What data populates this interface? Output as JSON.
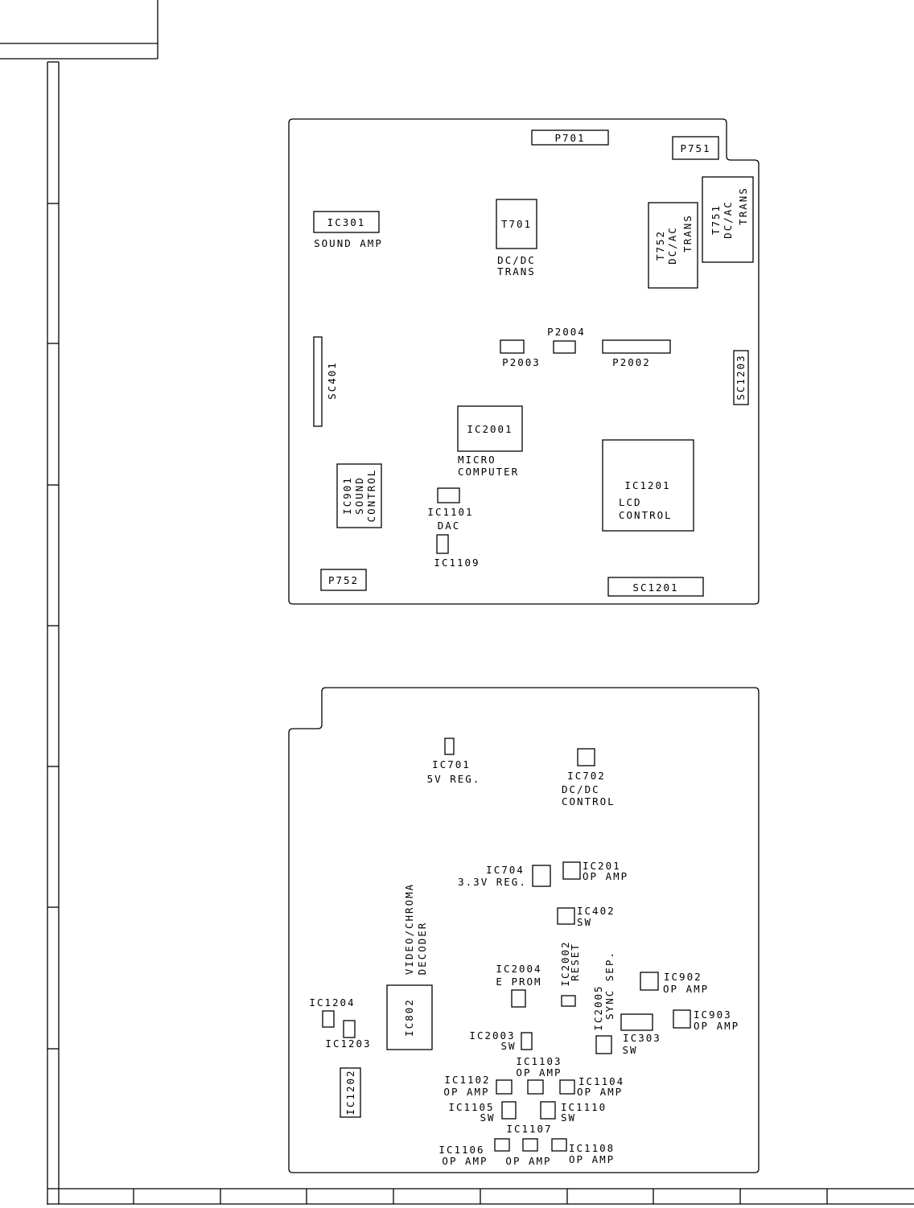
{
  "top_board": {
    "components": {
      "p701": "P701",
      "p751": "P751",
      "ic301": "IC301",
      "t701": "T701",
      "t752": "T752",
      "t751": "T751",
      "p2004": "P2004",
      "p2003": "P2003",
      "p2002": "P2002",
      "sc401": "SC401",
      "sc1203": "SC1203",
      "ic2001": "IC2001",
      "ic1201": "IC1201",
      "ic901": "IC901",
      "ic1101": "IC1101",
      "ic1109": "IC1109",
      "p752": "P752",
      "sc1201": "SC1201"
    },
    "descriptions": {
      "ic301": "SOUND AMP",
      "t701_line1": "DC/DC",
      "t701_line2": "TRANS",
      "t752_line1": "DC/AC",
      "t752_line2": "TRANS",
      "t751_line1": "DC/AC",
      "t751_line2": "TRANS",
      "ic2001_line1": "MICRO",
      "ic2001_line2": "COMPUTER",
      "ic1201_line1": "LCD",
      "ic1201_line2": "CONTROL",
      "ic901_line1": "SOUND",
      "ic901_line2": "CONTROL",
      "ic1101": "DAC"
    }
  },
  "bottom_board": {
    "components": {
      "ic701": "IC701",
      "ic702": "IC702",
      "ic704": "IC704",
      "ic201": "IC201",
      "ic402": "IC402",
      "ic802": "IC802",
      "ic2004": "IC2004",
      "ic2002": "IC2002",
      "ic2005": "IC2005",
      "ic902": "IC902",
      "ic903": "IC903",
      "ic1204": "IC1204",
      "ic1203": "IC1203",
      "ic2003": "IC2003",
      "ic303": "IC303",
      "ic1202": "IC1202",
      "ic1103": "IC1103",
      "ic1102": "IC1102",
      "ic1104": "IC1104",
      "ic1105": "IC1105",
      "ic1110": "IC1110",
      "ic1107": "IC1107",
      "ic1106": "IC1106",
      "ic1108": "IC1108"
    },
    "descriptions": {
      "ic701": "5V REG.",
      "ic702_line1": "DC/DC",
      "ic702_line2": "CONTROL",
      "ic704": "3.3V REG.",
      "ic201": "OP AMP",
      "ic402": "SW",
      "ic802_line1": "VIDEO/CHROMA",
      "ic802_line2": "DECODER",
      "ic2004": "E PROM",
      "ic2002": "RESET",
      "ic2005": "SYNC SEP.",
      "ic902": "OP AMP",
      "ic903": "OP AMP",
      "ic2003": "SW",
      "ic303": "SW",
      "ic1103": "OP AMP",
      "ic1102": "OP AMP",
      "ic1104": "OP AMP",
      "ic1105": "SW",
      "ic1110": "SW",
      "ic1106": "OP AMP",
      "ic1107": "OP AMP",
      "ic1108": "OP AMP"
    }
  }
}
